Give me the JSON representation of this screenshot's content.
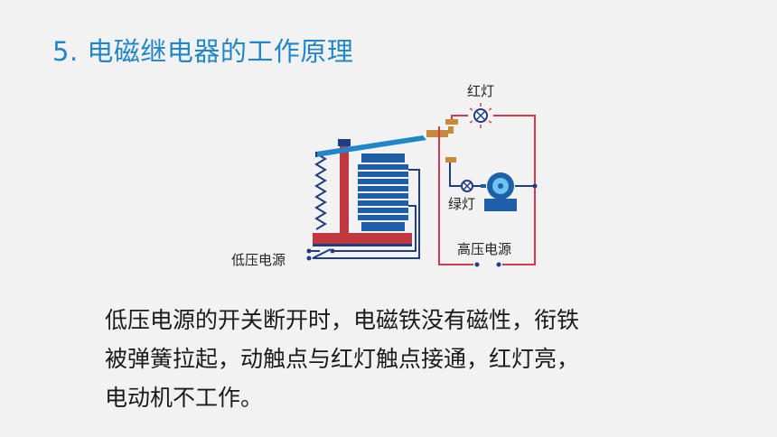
{
  "title": "5. 电磁继电器的工作原理",
  "diagram": {
    "red_lamp_label": "红灯",
    "green_lamp_label": "绿灯",
    "low_voltage_label": "低压电源",
    "high_voltage_label": "高压电源"
  },
  "body": {
    "lines": [
      "低压电源的开关断开时，电磁铁没有磁性，衔铁",
      "被弹簧拉起，动触点与红灯触点接通，红灯亮，",
      "电动机不工作。"
    ]
  },
  "colors": {
    "title": "#1f86c8",
    "high_voltage_wire": "#d2384e",
    "low_voltage_wire": "#1f3c88",
    "coil": "#1e5fa8",
    "contact_metal": "#c98a3c"
  }
}
